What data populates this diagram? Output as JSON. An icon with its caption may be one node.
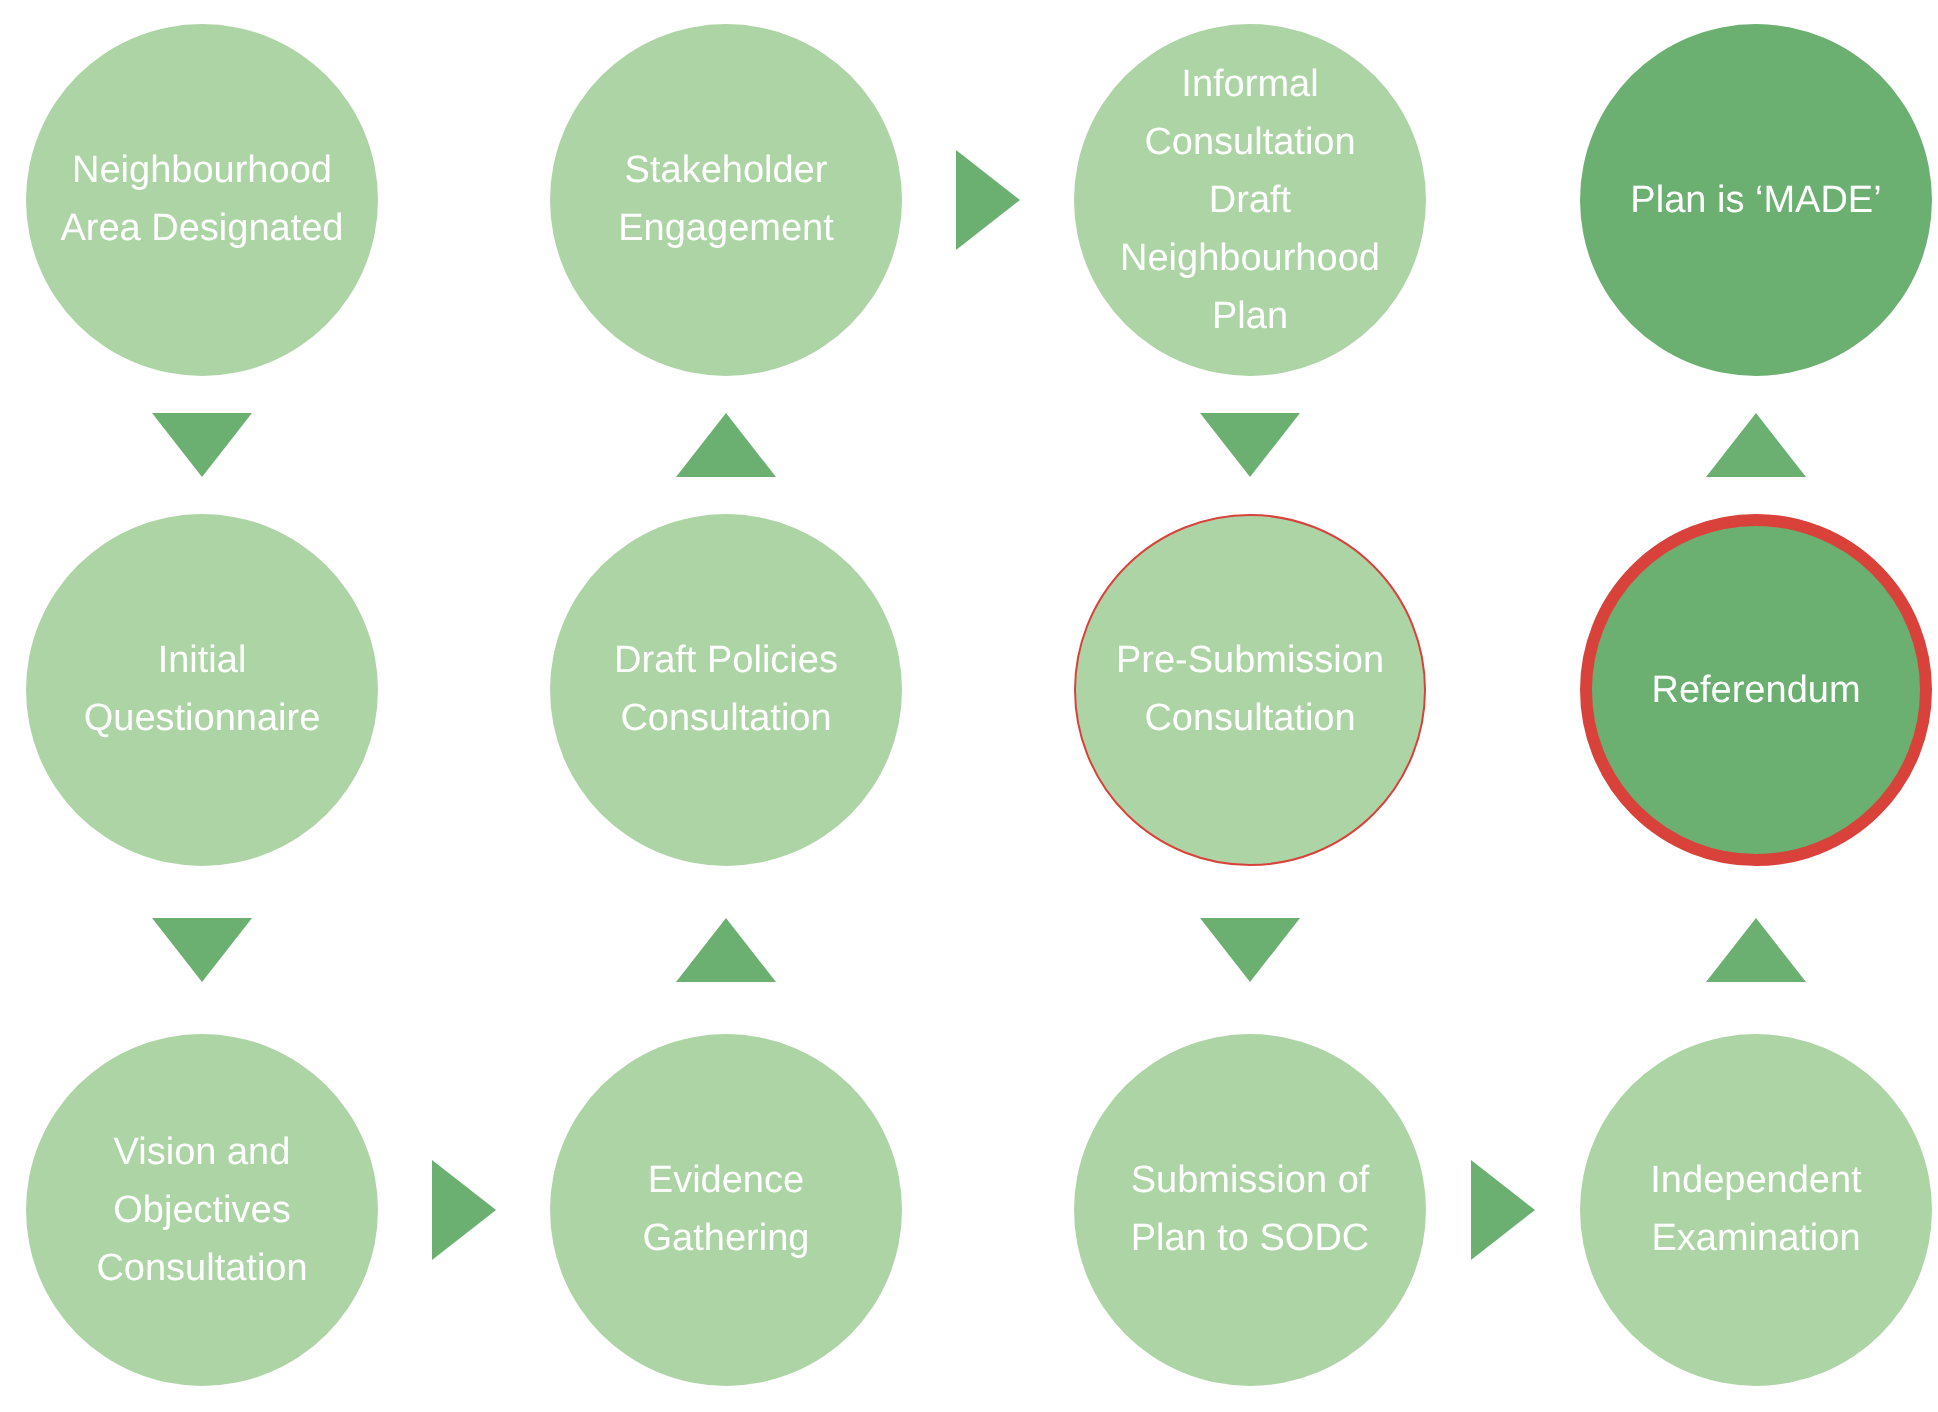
{
  "diagram": {
    "nodes": [
      {
        "text": [
          "Neighbourhood Area Designated"
        ]
      },
      {
        "text": [
          "Stakeholder Engagement"
        ]
      },
      {
        "text": [
          "Informal Consultation Draft Neighbourhood Plan"
        ]
      },
      {
        "text": [
          "Plan is ‘MADE’"
        ]
      },
      {
        "text": [
          "Initial Questionnaire"
        ]
      },
      {
        "text": [
          "Draft Policies Consultation"
        ]
      },
      {
        "text": [
          "Pre-Submission Consultation"
        ]
      },
      {
        "text": [
          "Referendum"
        ]
      },
      {
        "text": [
          "Vision and Objectives Consultation"
        ]
      },
      {
        "text": [
          "Evidence Gathering"
        ]
      },
      {
        "text": [
          "Submission of Plan to SODC"
        ]
      },
      {
        "text": [
          "Independent Examination"
        ]
      }
    ],
    "edges": [
      {
        "from": 0,
        "to": 4,
        "arrow": "to"
      },
      {
        "from": 4,
        "to": 8,
        "arrow": "to"
      },
      {
        "from": 8,
        "to": 9,
        "arrow": "to"
      },
      {
        "from": 9,
        "to": 5,
        "arrow": "to"
      },
      {
        "from": 5,
        "to": 1,
        "arrow": "to"
      },
      {
        "from": 1,
        "to": 2,
        "arrow": "to"
      },
      {
        "from": 2,
        "to": 6,
        "arrow": "to"
      },
      {
        "from": 6,
        "to": 10,
        "arrow": "to"
      },
      {
        "from": 10,
        "to": 11,
        "arrow": "to"
      },
      {
        "from": 11,
        "to": 7,
        "arrow": "to"
      },
      {
        "from": 7,
        "to": 3,
        "arrow": "to"
      }
    ]
  }
}
